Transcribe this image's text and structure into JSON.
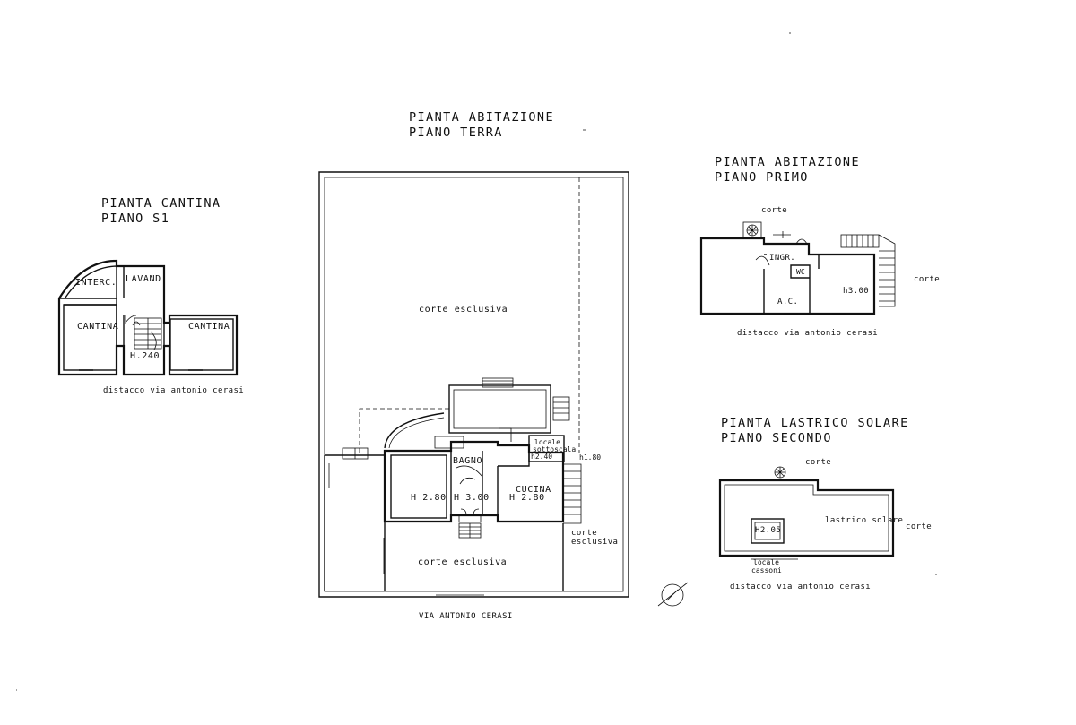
{
  "plans": {
    "cantina": {
      "title_1": "PIANTA CANTINA",
      "title_2": "PIANO S1",
      "rooms": {
        "interc": "INTERC.",
        "lavand": "LAVAND.",
        "cantina_left": "CANTINA",
        "cantina_right": "CANTINA",
        "height": "H.240"
      },
      "note": "distacco via antonio cerasi"
    },
    "terra": {
      "title_1": "PIANTA ABITAZIONE",
      "title_2": "PIANO TERRA",
      "rooms": {
        "corte_top": "corte esclusiva",
        "bagno": "BAGNO",
        "locale": "locale",
        "sottoscala": "sottoscala",
        "h240": "h2.40",
        "h180": "h1.80",
        "cucina": "CUCINA",
        "h_left": "H 2.80",
        "h_mid": "H 3.00",
        "h_cucina": "H 2.80",
        "corte_right_1": "corte",
        "corte_right_2": "esclusiva",
        "corte_bottom": "corte esclusiva"
      },
      "street": "VIA ANTONIO CERASI"
    },
    "primo": {
      "title_1": "PIANTA ABITAZIONE",
      "title_2": "PIANO PRIMO",
      "rooms": {
        "corte_top": "corte",
        "ingr": "INGR.",
        "wc": "WC",
        "ac": "A.C.",
        "height": "h3.00",
        "corte_right": "corte"
      },
      "note": "distacco via antonio cerasi"
    },
    "secondo": {
      "title_1": "PIANTA LASTRICO SOLARE",
      "title_2": "PIANO SECONDO",
      "rooms": {
        "corte_top": "corte",
        "lastrico": "lastrico solare",
        "height": "H2.05",
        "locale": "locale",
        "cassoni": "cassoni",
        "corte_right": "corte"
      },
      "note": "distacco via antonio cerasi"
    }
  },
  "icons": {
    "north": "north-arrow-icon",
    "fan": "fan-icon",
    "stairs": "stairs-icon"
  }
}
